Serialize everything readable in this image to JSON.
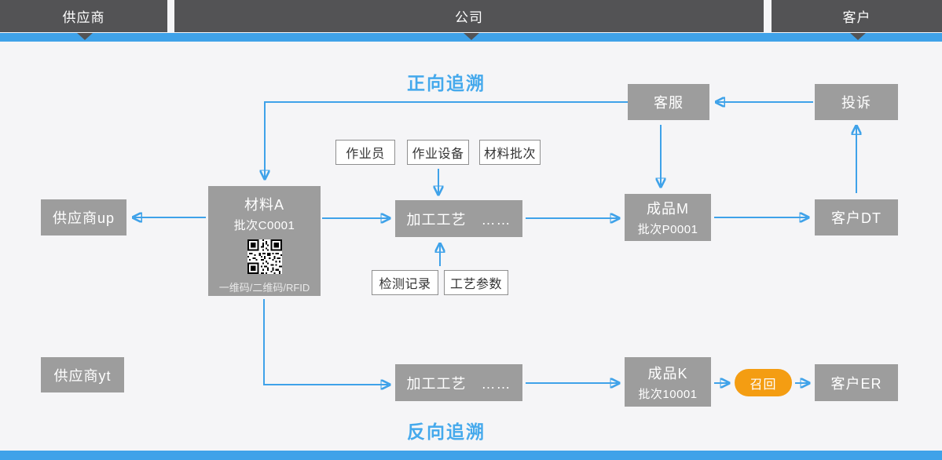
{
  "header": {
    "sections": [
      {
        "label": "供应商"
      },
      {
        "label": "公司"
      },
      {
        "label": "客户"
      }
    ]
  },
  "titles": {
    "forward": "正向追溯",
    "backward": "反向追溯"
  },
  "nodes": {
    "customer_service": "客服",
    "complaint": "投诉",
    "supplier_up": "供应商up",
    "material_a": {
      "line1": "材料A",
      "line2": "批次C0001",
      "caption": "一维码/二维码/RFID"
    },
    "process_top": "加工工艺　……",
    "product_m": {
      "line1": "成品M",
      "line2": "批次P0001"
    },
    "customer_dt": "客户DT",
    "supplier_yt": "供应商yt",
    "process_bottom": "加工工艺　……",
    "product_k": {
      "line1": "成品K",
      "line2": "批次10001"
    },
    "recall": "召回",
    "customer_er": "客户ER"
  },
  "tags": {
    "operator": "作业员",
    "equipment": "作业设备",
    "material_batch": "材料批次",
    "inspection": "检测记录",
    "params": "工艺参数"
  },
  "colors": {
    "accent_blue": "#3fa2e9",
    "title_blue": "#45a9ec",
    "node_gray": "#9d9d9d",
    "header_dark": "#535355",
    "recall_orange": "#f49d12",
    "background": "#f5f5f7"
  }
}
